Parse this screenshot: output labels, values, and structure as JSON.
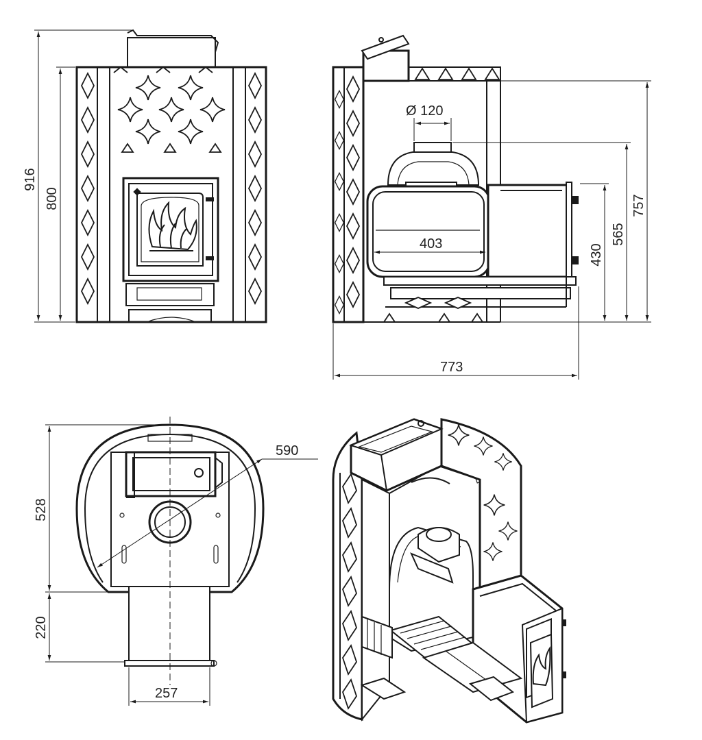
{
  "drawing": {
    "front_view": {
      "dimensions": {
        "total_height": "916",
        "body_height": "800"
      }
    },
    "side_view": {
      "dimensions": {
        "flue_diameter": "Ø 120",
        "firebox_depth": "403",
        "height_757": "757",
        "height_565": "565",
        "height_430": "430",
        "total_depth": "773"
      }
    },
    "top_view": {
      "dimensions": {
        "diameter": "590",
        "body_depth": "528",
        "tunnel_length": "220",
        "tunnel_width": "257"
      }
    }
  },
  "colors": {
    "line": "#1a1a1a",
    "background": "#ffffff"
  }
}
